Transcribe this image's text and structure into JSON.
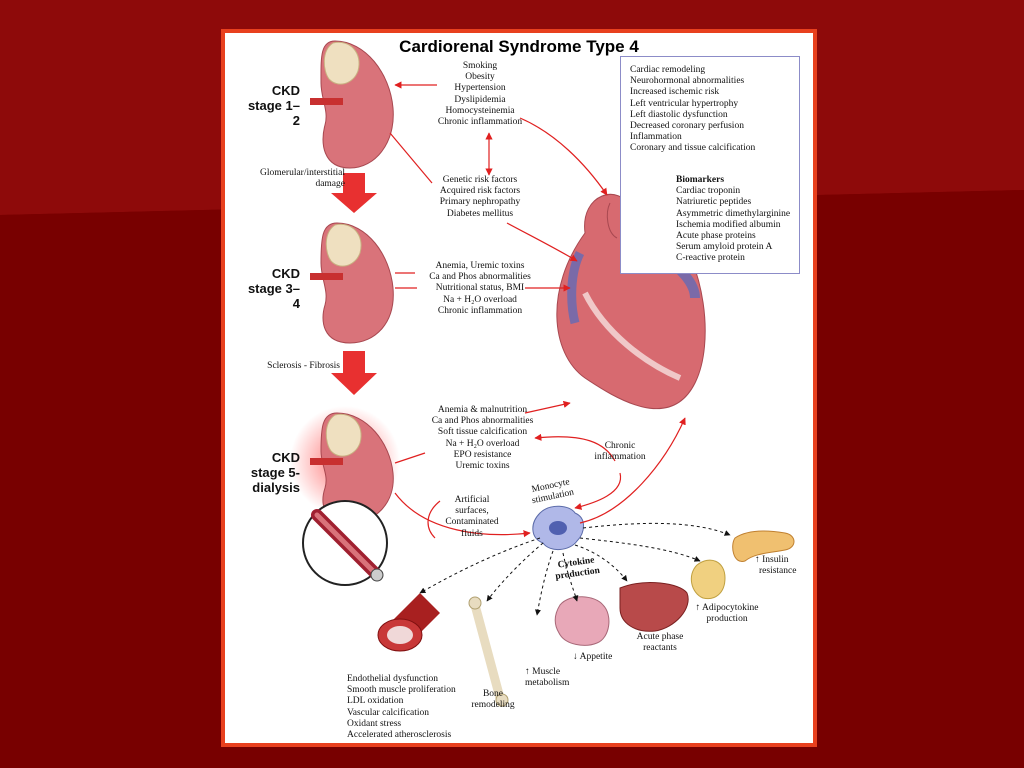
{
  "title": "Cardiorenal Syndrome  Type 4",
  "colors": {
    "background": "#7a0000",
    "frame": "#e8401e",
    "arrow": "#e02020",
    "box_border": "#8c8cc8",
    "kidney": "#d9737a",
    "heart": "#c94a52"
  },
  "stages": [
    {
      "lines": [
        "CKD",
        "stage 1–2"
      ]
    },
    {
      "lines": [
        "CKD",
        "stage 3–4"
      ]
    },
    {
      "lines": [
        "CKD",
        "stage 5-",
        "dialysis"
      ]
    }
  ],
  "transitions": [
    {
      "lines": [
        "Glomerular/interstitial",
        "damage"
      ]
    },
    {
      "lines": [
        "Sclerosis - Fibrosis"
      ]
    }
  ],
  "stage1_factors": [
    "Smoking",
    "Obesity",
    "Hypertension",
    "Dyslipidemia",
    "Homocysteinemia",
    "Chronic inflammation"
  ],
  "risk_factors": [
    "Genetic risk factors",
    "Acquired risk factors",
    "Primary nephropathy",
    "Diabetes mellitus"
  ],
  "stage3_factors": [
    "Anemia, Uremic toxins",
    "Ca and Phos abnormalities",
    "Nutritional status, BMI",
    "Na + H₂O overload",
    "Chronic inflammation"
  ],
  "stage5_factors": [
    "Anemia & malnutrition",
    "Ca and Phos abnormalities",
    "Soft tissue calcification",
    "Na + H₂O overload",
    "EPO resistance",
    "Uremic toxins"
  ],
  "cardiac_effects": [
    "Cardiac remodeling",
    "Neurohormonal abnormalities",
    "Increased ischemic risk",
    "Left ventricular hypertrophy",
    "Left diastolic dysfunction",
    "Decreased coronary perfusion",
    "Inflammation",
    "Coronary and tissue calcification"
  ],
  "biomarkers_title": "Biomarkers",
  "biomarkers": [
    "Cardiac troponin",
    "Natriuretic peptides",
    "Asymmetric dimethylarginine",
    "Ischemia modified albumin",
    "Acute phase proteins",
    "Serum amyloid protein A",
    "C-reactive protein"
  ],
  "chronic_inflammation": [
    "Chronic",
    "inflammation"
  ],
  "monocyte_stimulation": [
    "Monocyte",
    "stimulation"
  ],
  "artificial": [
    "Artificial",
    "surfaces,",
    "Contaminated",
    "fluids"
  ],
  "cytokine": [
    "Cytokine",
    "production"
  ],
  "insulin": [
    "↑ Insulin",
    "resistance"
  ],
  "adipocytokine": [
    "↑ Adipocytokine",
    "production"
  ],
  "acute_phase": [
    "Acute phase",
    "reactants"
  ],
  "appetite": [
    "↓ Appetite"
  ],
  "muscle": [
    "↑ Muscle",
    "metabolism"
  ],
  "bone": [
    "Bone",
    "remodeling"
  ],
  "vascular": [
    "Endothelial dysfunction",
    "Smooth muscle proliferation",
    "LDL oxidation",
    "Vascular calcification",
    "Oxidant stress",
    "Accelerated atherosclerosis"
  ]
}
